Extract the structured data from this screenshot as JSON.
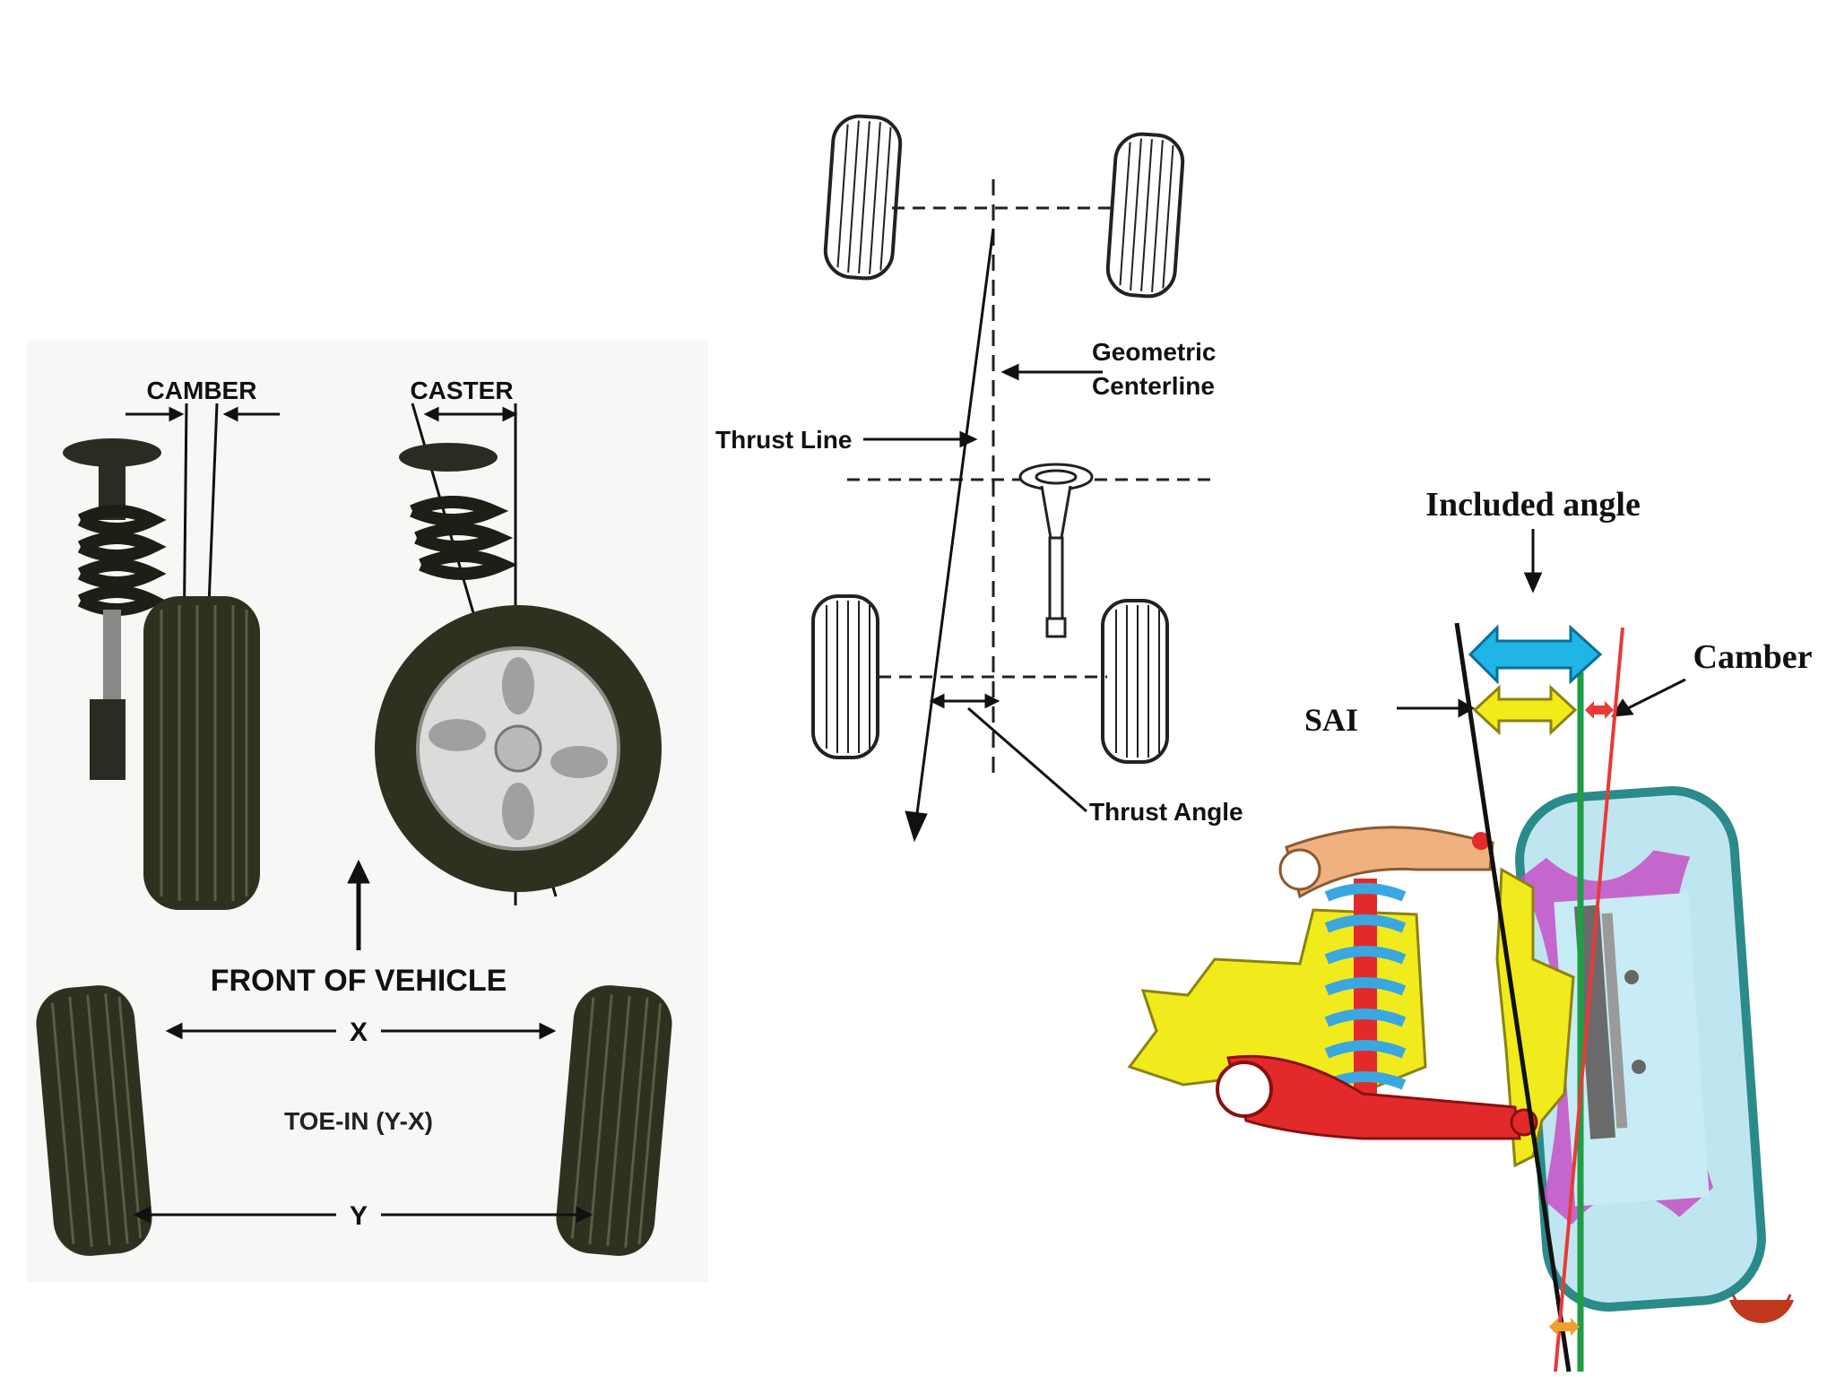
{
  "left_panel": {
    "camber_label": "CAMBER",
    "caster_label": "CASTER",
    "front_label": "FRONT OF VEHICLE",
    "x_label": "X",
    "toe_label": "TOE-IN (Y-X)",
    "y_label": "Y"
  },
  "middle_panel": {
    "geometric_line1": "Geometric",
    "geometric_line2": "Centerline",
    "thrust_line_label": "Thrust Line",
    "thrust_angle_label": "Thrust Angle"
  },
  "right_panel": {
    "included_angle_label": "Included angle",
    "camber_label": "Camber",
    "sai_label": "SAI"
  },
  "colors": {
    "tire": "#2f3120",
    "included_arrow": "#1fb5e6",
    "sai_arrow": "#f3ea1a",
    "camber_arrow": "#e83a36",
    "green_line": "#1e9e45",
    "red_line": "#e83a36",
    "control_arm": "#e32a2a",
    "frame": "#f1ea1d",
    "upper_arm": "#f0b080",
    "spring": "#3aa8e0",
    "wheel_rim": "#2b8a8a",
    "hub": "#c64fc6",
    "wheel_fill": "#bfe6f0",
    "corner_badge": "#c0391e"
  }
}
